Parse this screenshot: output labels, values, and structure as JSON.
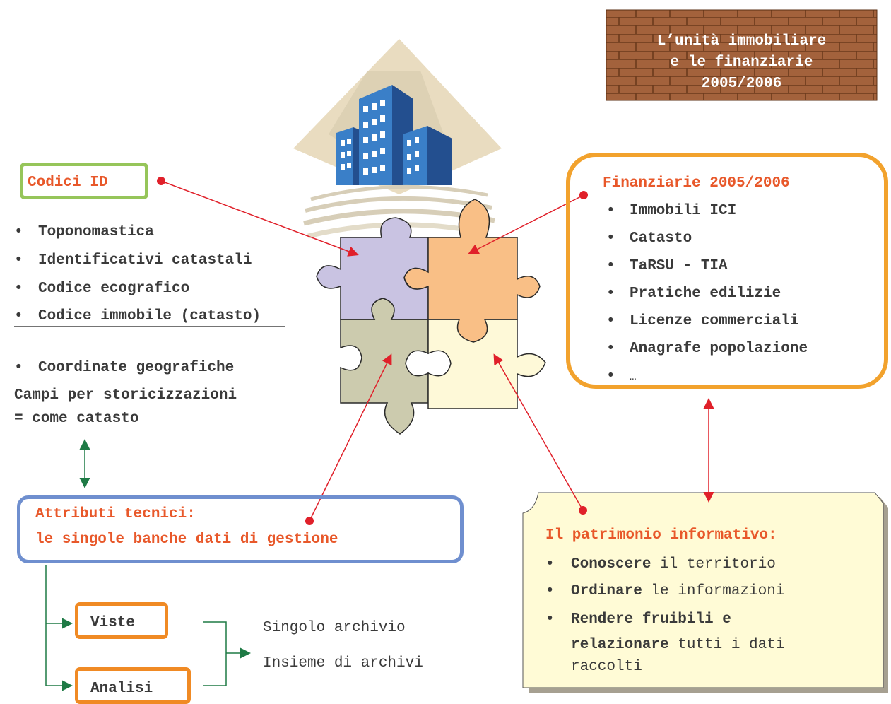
{
  "title_box": {
    "lines": [
      "L’unità immobiliare",
      "e le finanziarie",
      "2005/2006"
    ]
  },
  "codici": {
    "label": "Codici ID",
    "items": [
      "Toponomastica",
      "Identificativi catastali",
      "Codice ecografico",
      "Codice immobile (catasto)",
      "Coordinate geografiche"
    ],
    "lines": [
      "Campi per storicizzazioni",
      "= come catasto"
    ]
  },
  "finanziarie": {
    "title": "Finanziarie 2005/2006",
    "items": [
      "Immobili ICI",
      "Catasto",
      "TaRSU - TIA",
      "Pratiche edilizie",
      "Licenze commerciali",
      "Anagrafe popolazione",
      "…"
    ]
  },
  "attributi": {
    "line1": "Attributi tecnici:",
    "line2": "le singole banche dati di gestione"
  },
  "viste": {
    "label": "Viste"
  },
  "analisi": {
    "label": "Analisi"
  },
  "archivi": {
    "line1": "Singolo archivio",
    "line2": "Insieme di archivi"
  },
  "patrimonio": {
    "title": "Il patrimonio informativo:",
    "item1_bold": "Conoscere",
    "item1_rest": " il territorio",
    "item2_bold": "Ordinare",
    "item2_rest": " le informazioni",
    "item3_bold_line1": "Rendere fruibili e",
    "item3_bold_line2": "relazionare",
    "item3_rest_line2": " tutti i dati",
    "item3_line3": "raccolti"
  },
  "bullet": "•",
  "colors": {
    "orange_text": "#e8582a",
    "green_border": "#96c55a",
    "yellow_border": "#f2a22d",
    "blue_border": "#6f8fcf",
    "orange_border": "#f08a24",
    "red_arrow": "#e0202a",
    "green_arrow": "#1e7a45",
    "brick": "#a0603a",
    "note_fill": "#fffbd6"
  },
  "icons": [
    "building-icon",
    "puzzle-icon",
    "brick-wall-icon"
  ]
}
